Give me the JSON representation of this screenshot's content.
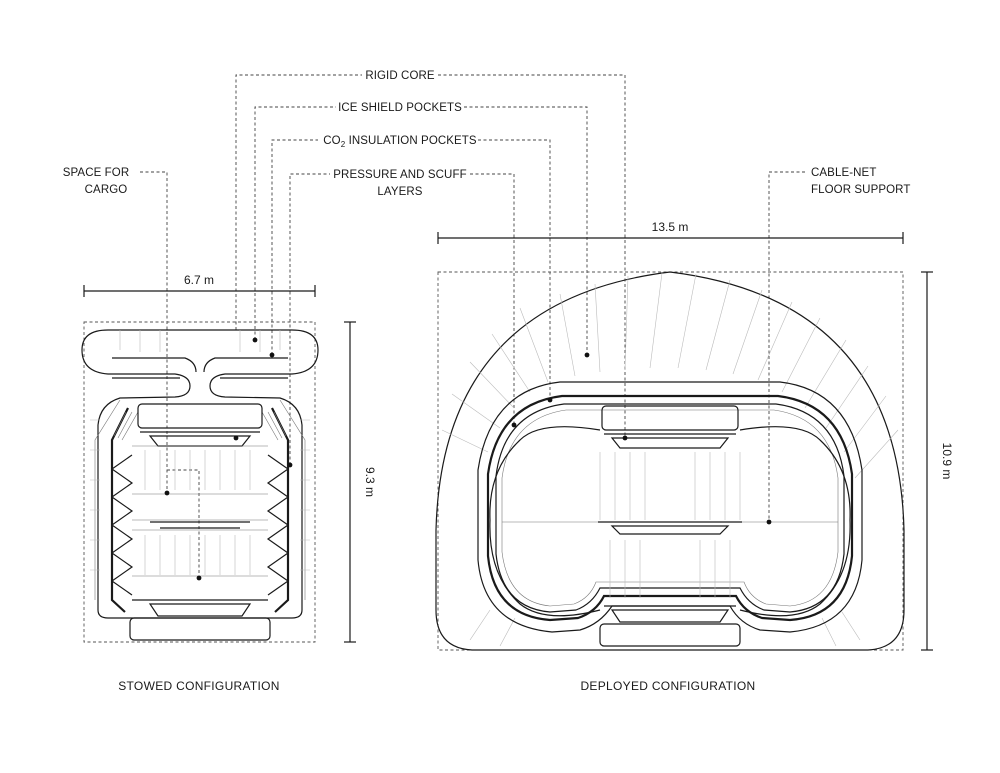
{
  "labels": {
    "rigid_core": "RIGID CORE",
    "ice_shield": "ICE SHIELD POCKETS",
    "co2_prefix": "CO",
    "co2_sub": "2",
    "co2_suffix": " INSULATION POCKETS",
    "pressure_line1": "PRESSURE AND SCUFF",
    "pressure_line2": "LAYERS",
    "cargo_line1": "SPACE FOR",
    "cargo_line2": "CARGO",
    "cable_line1": "CABLE-NET",
    "cable_line2": "FLOOR SUPPORT"
  },
  "dimensions": {
    "stowed_width": "6.7 m",
    "stowed_height": "9.3 m",
    "deployed_width": "13.5 m",
    "deployed_height": "10.9 m"
  },
  "captions": {
    "stowed": "STOWED CONFIGURATION",
    "deployed": "DEPLOYED CONFIGURATION"
  }
}
